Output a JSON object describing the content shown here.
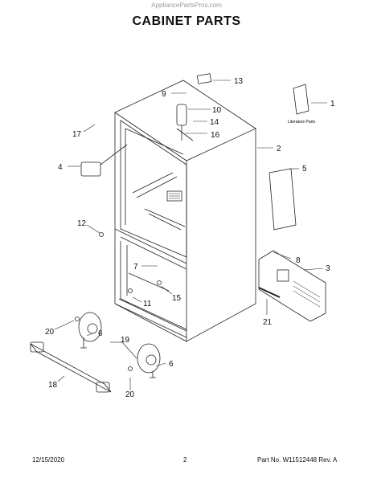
{
  "watermark": "AppliancePartsPros.com",
  "title": "CABINET PARTS",
  "literature_label": "Literature Parts",
  "callouts": [
    "1",
    "2",
    "3",
    "4",
    "5",
    "6",
    "6",
    "7",
    "8",
    "9",
    "10",
    "11",
    "12",
    "13",
    "14",
    "15",
    "16",
    "17",
    "18",
    "19",
    "20",
    "20",
    "21"
  ],
  "footer": {
    "date": "12/15/2020",
    "page": "2",
    "part": "Part No. W11512448  Rev. A"
  }
}
